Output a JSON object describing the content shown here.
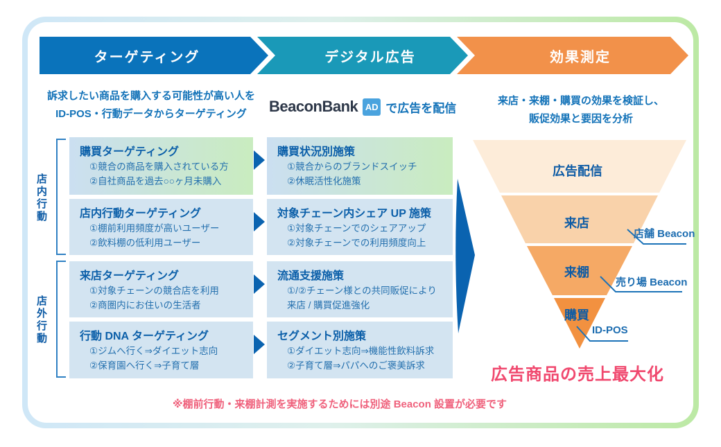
{
  "colors": {
    "band_targeting": "#0a73bb",
    "band_digital_ad": "#1a99b8",
    "band_measurement": "#f2914a",
    "accent_blue": "#0a63b0",
    "text_blue": "#1272b8",
    "goal_pink": "#f0486e",
    "note_pink": "#ef617c",
    "frame_gradient_start": "#cfe7f7",
    "frame_gradient_end": "#bce9a4"
  },
  "header": {
    "steps": [
      {
        "label": "ターゲティング",
        "color": "#0a73bb"
      },
      {
        "label": "デジタル広告",
        "color": "#1a99b8"
      },
      {
        "label": "効果測定",
        "color": "#f2914a"
      }
    ]
  },
  "targeting": {
    "desc1": "訴求したい商品を購入する可能性が高い人を",
    "desc2": "ID-POS・行動データからターゲティング",
    "group_in_store": "店内行動",
    "group_out_store": "店外行動",
    "boxes": [
      {
        "title": "購買ターゲティング",
        "item1": "①競合の商品を購入されている方",
        "item2": "②自社商品を過去○○ヶ月未購入"
      },
      {
        "title": "店内行動ターゲティング",
        "item1": "①棚前利用頻度が高いユーザー",
        "item2": "②飲料棚の低利用ユーザー"
      },
      {
        "title": "来店ターゲティング",
        "item1": "①対象チェーンの競合店を利用",
        "item2": "②商圏内にお住いの生活者"
      },
      {
        "title": "行動 DNA ターゲティング",
        "item1": "①ジムへ行く⇒ダイエット志向",
        "item2": "②保育園へ行く⇒子育て層"
      }
    ]
  },
  "ads": {
    "brand": "BeaconBank",
    "badge": "AD",
    "suffix": "で広告を配信",
    "boxes": [
      {
        "title": "購買状況別施策",
        "item1": "①競合からのブランドスイッチ",
        "item2": "②休眠活性化施策"
      },
      {
        "title": "対象チェーン内シェア UP 施策",
        "item1": "①対象チェーンでのシェアアップ",
        "item2": "②対象チェーンでの利用頻度向上"
      },
      {
        "title": "流通支援施策",
        "item1": "①/②チェーン様との共同販促により",
        "item2": "来店 / 購買促進強化"
      },
      {
        "title": "セグメント別施策",
        "item1": "①ダイエット志向⇒機能性飲料訴求",
        "item2": "②子育て層⇒パパへのご褒美訴求"
      }
    ]
  },
  "measure": {
    "desc1": "来店・来棚・購買の効果を検証し、",
    "desc2": "販促効果と要因を分析",
    "funnel": [
      {
        "label": "広告配信",
        "color": "#fdecd9"
      },
      {
        "label": "来店",
        "color": "#f9d2aa",
        "annotation": "店舗 Beacon"
      },
      {
        "label": "来棚",
        "color": "#f5a965",
        "annotation": "売り場 Beacon"
      },
      {
        "label": "購買",
        "color": "#f29140",
        "annotation": "ID-POS"
      }
    ],
    "goal": "広告商品の売上最大化"
  },
  "footer": {
    "note": "※棚前行動・来棚計測を実施するためには別途 Beacon 設置が必要です"
  }
}
